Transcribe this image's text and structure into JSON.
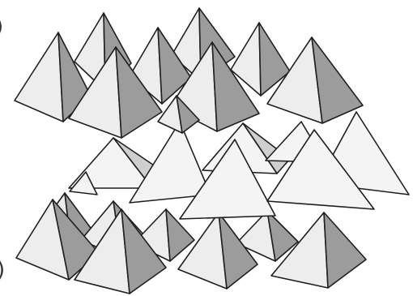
{
  "figure": {
    "description_free": true,
    "palette": {
      "light_face": "#ededed",
      "dark_face": "#9c9c9c",
      "mid_face": "#cfcfcf",
      "octahedron_face": "#f4f4f4",
      "stroke": "#1f1f1f",
      "background": "#ffffff"
    },
    "layers": [
      {
        "name": "upper-tetrahedra",
        "kind": "tetrahedron",
        "count": 9
      },
      {
        "name": "middle-octahedra",
        "kind": "octahedron",
        "count": 8
      },
      {
        "name": "lower-tetrahedra",
        "kind": "tetrahedron",
        "count": 8
      }
    ]
  }
}
